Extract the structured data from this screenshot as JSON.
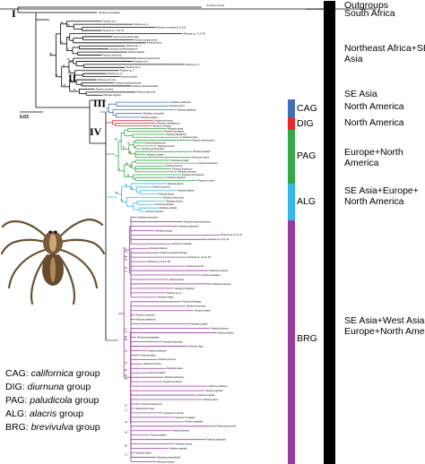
{
  "clade_numerals": [
    "I",
    "II",
    "III",
    "IV"
  ],
  "scale_bar_label": "0.03",
  "regions": [
    {
      "id": "outgroups",
      "text": "Outgroups"
    },
    {
      "id": "south-africa",
      "text": "South Africa"
    },
    {
      "id": "ne-africa",
      "lines": [
        "Northeast Africa+SE",
        "Asia"
      ]
    },
    {
      "id": "se-asia",
      "text": "SE Asia"
    },
    {
      "id": "north-america-1",
      "text": "North America"
    },
    {
      "id": "north-america-2",
      "text": "North America"
    },
    {
      "id": "europe-na",
      "lines": [
        "Europe+North",
        "America"
      ]
    },
    {
      "id": "se-asia-eu-na",
      "lines": [
        "SE Asia+Europe+",
        "North America"
      ]
    },
    {
      "id": "wide",
      "lines": [
        "SE Asia+West Asia+",
        "Europe+North America"
      ]
    }
  ],
  "groups": [
    {
      "id": "CAG",
      "label": "CAG",
      "color": "#3f6fb5"
    },
    {
      "id": "DIG",
      "label": "DIG",
      "color": "#e8292f"
    },
    {
      "id": "PAG",
      "label": "PAG",
      "color": "#35a946"
    },
    {
      "id": "ALG",
      "label": "ALG",
      "color": "#35b9e8"
    },
    {
      "id": "BRG",
      "label": "BRG",
      "color": "#9b3aa0"
    }
  ],
  "legend": [
    {
      "abbr": "CAG:",
      "name": "californica",
      "suffix": "group"
    },
    {
      "abbr": "DIG:",
      "name": "diurnuna",
      "suffix": "group"
    },
    {
      "abbr": "PAG:",
      "name": "paludicola",
      "suffix": "group"
    },
    {
      "abbr": "ALG:",
      "name": "alacris",
      "suffix": "group"
    },
    {
      "abbr": "BRG:",
      "name": "brevivulva",
      "suffix": "group"
    }
  ],
  "outgroup_tips": [
    "Trochosa ruricola",
    "Lycosa coelestis"
  ],
  "tips_upper": [
    "Pardosa crassipalpis",
    "Pardosa sp_1",
    "Pardosa sp_2",
    "Pardosa sumatrana LZ_100",
    "Pardosa sp. 7 LZ_92",
    "Pardosa sp. 7 LZ_93",
    "Pardosa pseudoannulata",
    "Pardosa jambaruensis",
    "Pardosa laura",
    "Pardosa sp_3",
    "Pardosa burkhenbergensis",
    "Pardosa falcata",
    "Pardosa nebulosa",
    "Pardosa taczanowskii",
    "Pardosa sp_4",
    "Pardosa sp_5",
    "Pardosa sp_6",
    "Pardosa sp_7",
    "Pardosa sp_8",
    "Pardosa pusiola",
    "Pardosa procurva",
    "Pardosa pseudoannulata",
    "Pardosa pseudoannulata",
    "Pardosa uncifera",
    "Pardosa hypocrita",
    "Pardosa lugubris"
  ],
  "tips_cag": [
    "Pardosa californica",
    "Pardosa sierra",
    "Pardosa lapidicina",
    "Pardosa mercurialis",
    "Pardosa vadosa"
  ],
  "tips_dig": [
    "Pardosa diurnuna",
    "Pardosa ctenitagarum",
    "Pardosa concinna"
  ],
  "tips_pag": [
    "Pardosa atrata",
    "Pardosa bernigana",
    "Pardosa paludicola",
    "Pardosa nigra",
    "Pardosa mackenziana",
    "Pardosa hyperborea",
    "Pardosa fuscula",
    "Pardosa groenlandica",
    "Pardosa glacialis",
    "Pardosa sodalis",
    "Pardosa modica",
    "Pardosa fernaldi",
    "Pardosa ferruginea",
    "Pardosa fuscula",
    "Pardosa tesquorum",
    "Pardosa rabulana",
    "Pardosa xerampelina",
    "Pardosa nigriceps",
    "Pardosa moesta"
  ],
  "tips_alg": [
    "Pardosa alacris",
    "Pardosa lugubris",
    "Pardosa saltans",
    "Pardosa tenera",
    "Pardosa vancouveri",
    "Pardosa pontica",
    "Pardosa saltuaria",
    "Pardosa spinipes",
    "Pardosa palustris"
  ],
  "tips_brg": [
    "Pardosa brevivulva",
    "Pardosa hamamatsuensis",
    "Pardosa dabiensis",
    "Pardosa zhangi",
    "Pardosa sp. 9 LZ_81",
    "Pardosa sp. 9 LZ_82",
    "Pardosa multivaga",
    "Pardosa tridentis",
    "Pardosa pseudomultivaga",
    "Pardosa sp. 10 LZ_85",
    "Pardosa sp. 10 LZ_86",
    "Pardosa agricola",
    "Pardosa hortensis",
    "Pardosa astrigera",
    "Pardosa laura",
    "Pardosa palustris",
    "Pardosa schenkeli",
    "Pardosa sp. 11",
    "Pardosa vittata",
    "Pardosa prativaga",
    "Pardosa amentata",
    "Pardosa riparia",
    "Pardosa monticola",
    "Pardosa paludicola",
    "Pardosa pullata",
    "Pardosa herbosa",
    "Pardosa lyrifera",
    "Pardosa plumipedata",
    "Pardosa bifasciata",
    "Pardosa nigra",
    "Pardosa distincta",
    "Pardosa italica",
    "Pardosa morosa",
    "Pardosa proxima",
    "Pardosa maisa",
    "Pardosa wagleri",
    "Pardosa torrentum",
    "Pardosa luctinosa",
    "Pardosa nebulosa",
    "Pardosa agrestis",
    "Pardosa cribrata",
    "Pardosa vlijmi",
    "Pardosa hyperboria",
    "Pardosa femoralis",
    "Pardosa consimilis",
    "Pardosa mordagica",
    "Pardosa sagittata",
    "Pardosa injucunda",
    "Pardosa blanda",
    "Pardosa algens",
    "Pardosa oreophila",
    "Pardosa incerta",
    "Pardosa agrestis",
    "Pardosa eiseni",
    "Pardosa pseudoistrilis",
    "Pardosa striatula"
  ]
}
